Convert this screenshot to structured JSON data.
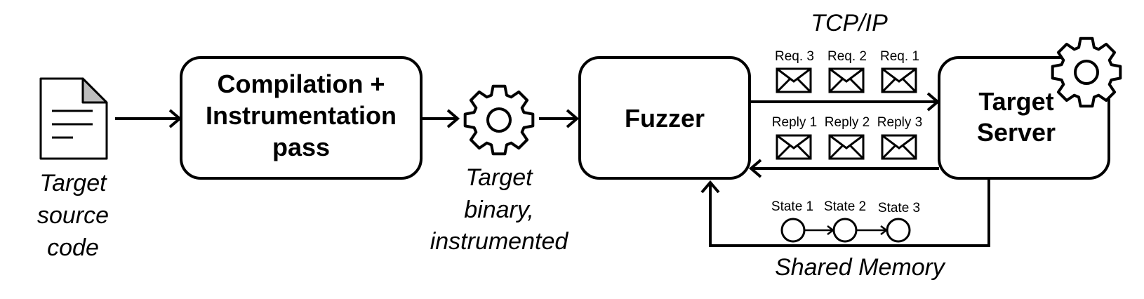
{
  "source_file": {
    "caption_lines": [
      "Target",
      "source",
      "code"
    ]
  },
  "compiler_box": {
    "lines": [
      "Compilation +",
      "Instrumentation",
      "pass"
    ]
  },
  "binary": {
    "caption_lines": [
      "Target",
      "binary,",
      "instrumented"
    ]
  },
  "fuzzer_box": {
    "label": "Fuzzer"
  },
  "server_box": {
    "lines": [
      "Target",
      "Server"
    ]
  },
  "channel": {
    "title": "TCP/IP",
    "requests": [
      "Req. 3",
      "Req. 2",
      "Req. 1"
    ],
    "replies": [
      "Reply 1",
      "Reply 2",
      "Reply 3"
    ]
  },
  "memory": {
    "title": "Shared Memory",
    "states": [
      "State 1",
      "State 2",
      "State 3"
    ]
  }
}
